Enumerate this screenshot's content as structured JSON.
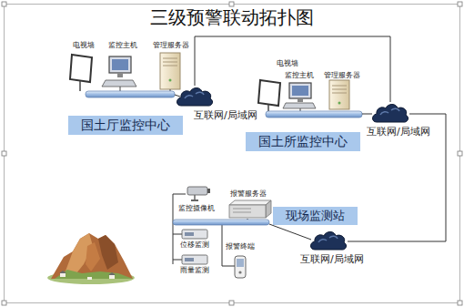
{
  "diagram": {
    "title": "三级预警联动拓扑图",
    "nodes": [
      {
        "text": [
          "国土厅监控中心"
        ]
      },
      {
        "text": [
          "互联网/局域网"
        ]
      },
      {
        "text": [
          "国土所监控中心"
        ]
      },
      {
        "text": [
          "互联网/局域网"
        ]
      },
      {
        "text": [
          "现场监测站"
        ]
      },
      {
        "text": [
          "互联网/局域网"
        ]
      }
    ],
    "edges": [
      {
        "from": 1,
        "to": 3,
        "arrow": "none"
      },
      {
        "from": 3,
        "to": 5,
        "arrow": "none"
      }
    ],
    "labels": [
      "电视墙",
      "监控主机",
      "管理服务器",
      "电视墙",
      "监控主机",
      "管理服务器",
      "监控摄像机",
      "报警服务器",
      "位移监测",
      "雨量监测",
      "报警终端"
    ]
  }
}
